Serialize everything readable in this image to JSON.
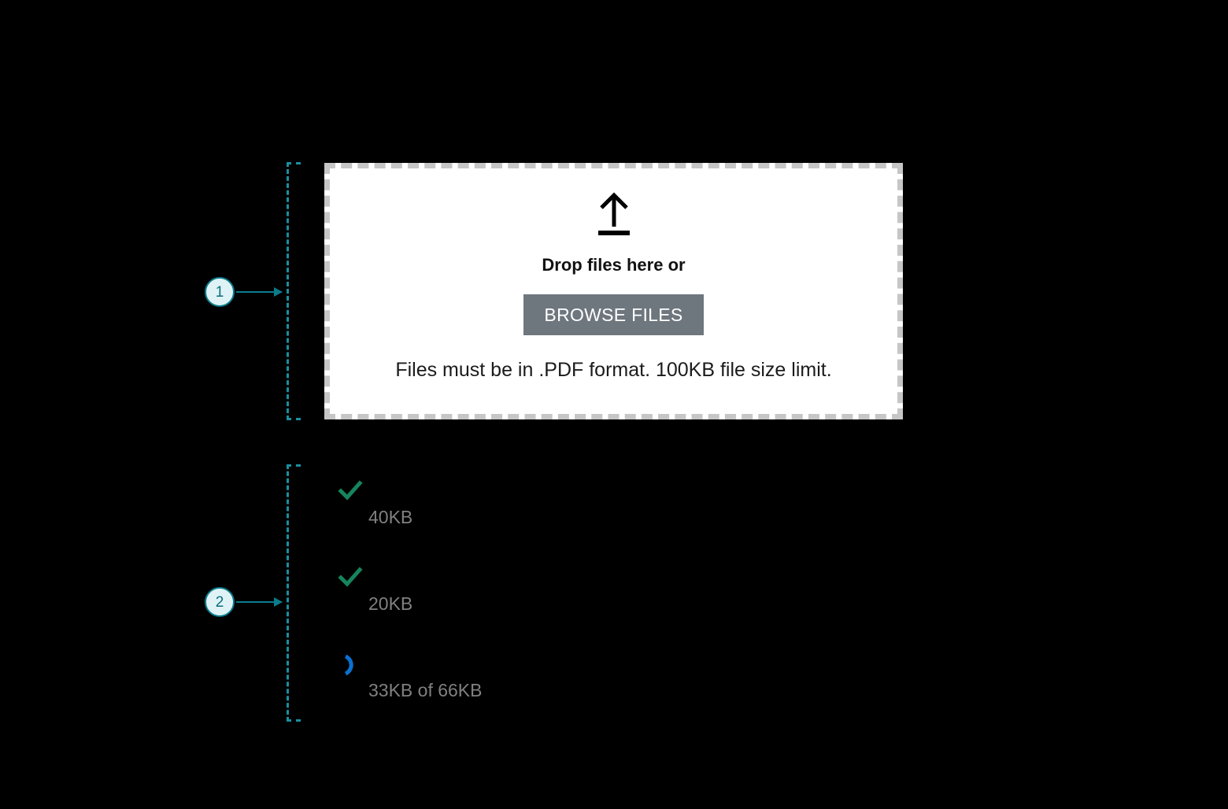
{
  "annotations": [
    {
      "id": "marker-1",
      "label": "1",
      "target": "dropzone",
      "color": "#0b7c8c"
    },
    {
      "id": "marker-2",
      "label": "2",
      "target": "file-list",
      "color": "#0b7c8c"
    }
  ],
  "dropzone": {
    "icon": "upload-arrow-icon",
    "title": "Drop files here or",
    "browse_button_label": "BROWSE FILES",
    "hint": "Files must be in .PDF format. 100KB file size limit.",
    "border_color": "#c6c6c6",
    "background": "#ffffff",
    "button_background": "#6e767e",
    "button_text_color": "#ffffff"
  },
  "file_list": {
    "files": [
      {
        "status": "complete",
        "status_icon": "check-icon",
        "status_color": "#16855d",
        "name": "",
        "size": "40KB"
      },
      {
        "status": "complete",
        "status_icon": "check-icon",
        "status_color": "#16855d",
        "name": "",
        "size": "20KB"
      },
      {
        "status": "uploading",
        "status_icon": "spinner-icon",
        "status_color": "#0a70d0",
        "name": "",
        "size": "33KB of 66KB"
      }
    ]
  },
  "colors": {
    "page_background": "#000000",
    "annotation_accent": "#1a8fa0",
    "success_green": "#16855d",
    "spinner_blue": "#0a70d0",
    "size_text_gray": "#808080"
  }
}
